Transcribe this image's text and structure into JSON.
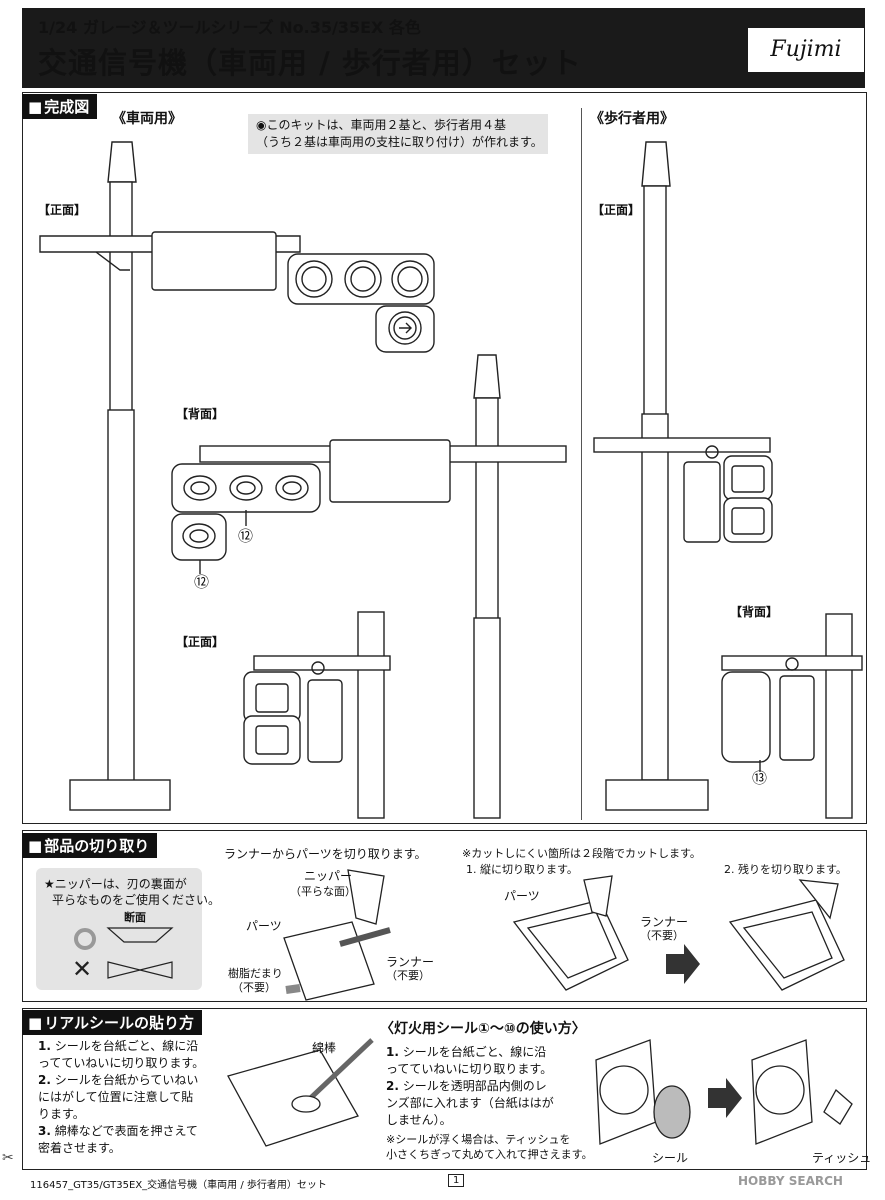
{
  "header": {
    "series": "1/24 ガレージ＆ツールシリーズ No.35/35EX 各色",
    "title": "交通信号機（車両用 / 歩行者用）セット",
    "logo": "Fujimi"
  },
  "completion": {
    "tag": "完成図",
    "vehicle_heading": "《車両用》",
    "pedestrian_heading": "《歩行者用》",
    "kit_note_line1": "◉このキットは、車両用２基と、歩行者用４基",
    "kit_note_line2": "（うち２基は車両用の支柱に取り付け）が作れます。",
    "front_label": "【正面】",
    "back_label": "【背面】",
    "front_label_2": "【正面】",
    "ped_front_label": "【正面】",
    "ped_back_label": "【背面】",
    "part_12a": "⑫",
    "part_12b": "⑫",
    "part_13": "⑬"
  },
  "cutting": {
    "tag": "部品の切り取り",
    "intro": "ランナーからパーツを切り取ります。",
    "nipper_tip_line1": "★ニッパーは、刃の裏面が",
    "nipper_tip_line2": "平らなものをご使用ください。",
    "section_label": "断面",
    "nipper_label": "ニッパー",
    "flat_side": "（平らな面）",
    "parts_label": "パーツ",
    "runner_label": "ランナー",
    "unneeded": "（不要）",
    "resin_label": "樹脂だまり",
    "resin_unneeded": "（不要）",
    "two_stage_note": "※カットしにくい箇所は２段階でカットします。",
    "step1": "1. 縦に切り取ります。",
    "step2": "2. 残りを切り取ります。",
    "step1_parts": "パーツ",
    "step1_runner": "ランナー",
    "step1_unneeded": "（不要）"
  },
  "seal": {
    "tag": "リアルシールの貼り方",
    "step1_num": "1.",
    "step1_line1": "シールを台紙ごと、線に沿",
    "step1_line2": "ってていねいに切り取ります。",
    "step2_num": "2.",
    "step2_line1": "シールを台紙からていねい",
    "step2_line2": "にはがして位置に注意して貼",
    "step2_line3": "ります。",
    "step3_num": "3.",
    "step3_line1": "綿棒などで表面を押さえて",
    "step3_line2": "密着させます。",
    "swab_label": "綿棒",
    "lamp_heading": "〈灯火用シール①〜⑩の使い方〉",
    "lamp1_num": "1.",
    "lamp1_line1": "シールを台紙ごと、線に沿",
    "lamp1_line2": "ってていねいに切り取ります。",
    "lamp2_num": "2.",
    "lamp2_line1": "シールを透明部品内側のレ",
    "lamp2_line2": "ンズ部に入れます（台紙ははが",
    "lamp2_line3": "しません）。",
    "lamp_note_line1": "※シールが浮く場合は、ティッシュを",
    "lamp_note_line2": "小さくちぎって丸めて入れて押さえます。",
    "seal_label": "シール",
    "tissue_label": "ティッシュ"
  },
  "footer": {
    "doc_id": "116457_GT35/GT35EX_交通信号機（車両用 / 歩行者用）セット",
    "page": "1",
    "watermark": "HOBBY SEARCH"
  }
}
